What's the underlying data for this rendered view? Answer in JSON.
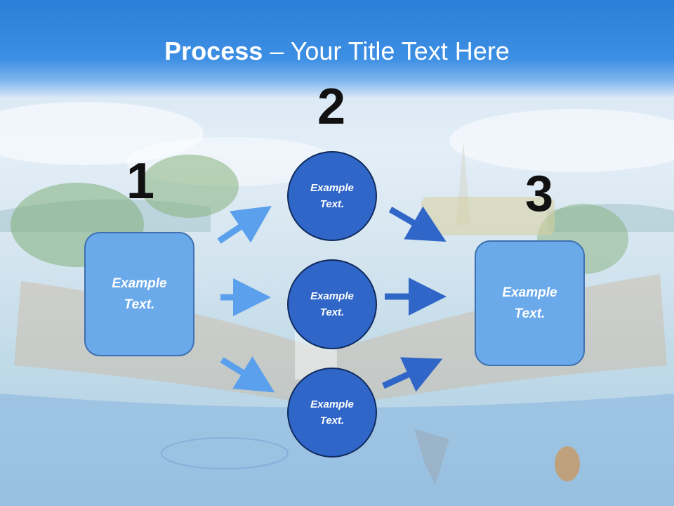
{
  "slide": {
    "title_bold": "Process",
    "title_rest": " – Your Title Text Here"
  },
  "steps": {
    "step1": {
      "number": "1",
      "box_text": "Example Text."
    },
    "step2": {
      "number": "2",
      "circles": [
        {
          "text": "Example Text."
        },
        {
          "text": "Example Text."
        },
        {
          "text": "Example Text."
        }
      ]
    },
    "step3": {
      "number": "3",
      "box_text": "Example Text."
    }
  },
  "colors": {
    "title_bar": "#2b7fd6",
    "box_fill": "#6aa9ea",
    "circle_fill": "#2f66c8",
    "arrow_light": "#5aa0ec",
    "arrow_dark": "#2f66c8",
    "number_color": "#111111"
  }
}
